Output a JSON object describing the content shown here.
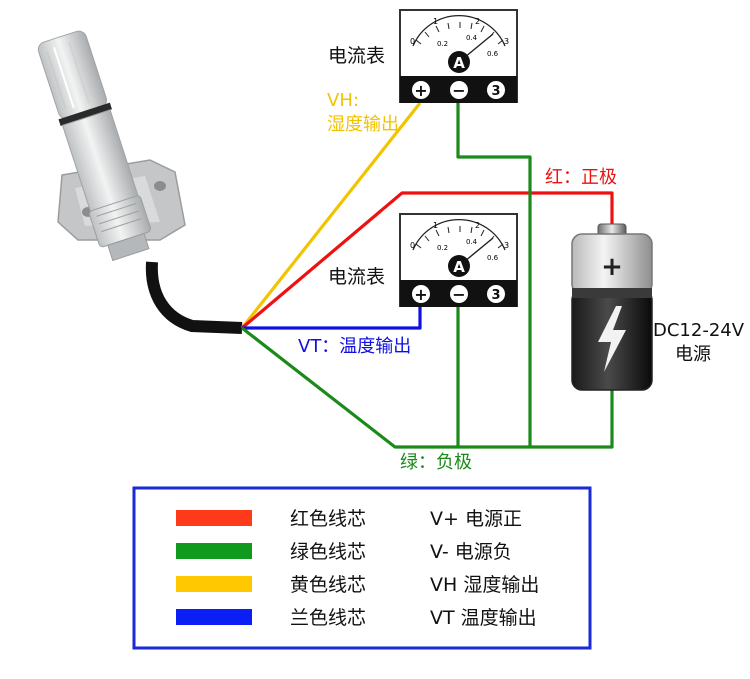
{
  "meters": [
    {
      "title": "电流表",
      "symbol": "A",
      "terminals": [
        "+",
        "−",
        "3"
      ],
      "scale": [
        "0",
        "1",
        "2",
        "3",
        "0.2",
        "0.4",
        "0.6"
      ]
    },
    {
      "title": "电流表",
      "symbol": "A",
      "terminals": [
        "+",
        "−",
        "3"
      ],
      "scale": [
        "0",
        "1",
        "2",
        "3",
        "0.2",
        "0.4",
        "0.6"
      ]
    }
  ],
  "labels": {
    "vh_line1": "VH:",
    "vh_line2": "湿度输出",
    "red_positive": "红：正极",
    "vt_output": "VT：温度输出",
    "green_negative": "绿：负极",
    "dc_line1": "DC12-24V",
    "dc_line2": "电源"
  },
  "battery": {
    "plus": "+"
  },
  "legend": {
    "rows": [
      {
        "color": "#ff3a1a",
        "name": "红色线芯",
        "desc": "V+ 电源正"
      },
      {
        "color": "#0f9a1e",
        "name": "绿色线芯",
        "desc": "V- 电源负"
      },
      {
        "color": "#ffc800",
        "name": "黄色线芯",
        "desc": "VH 湿度输出"
      },
      {
        "color": "#0a1ef5",
        "name": "兰色线芯",
        "desc": "VT 温度输出"
      }
    ],
    "border_color": "#1a2ad6"
  },
  "colors": {
    "red": "#ee1111",
    "green": "#1a8a1a",
    "yellow": "#f2c400",
    "blue": "#1010e0"
  }
}
